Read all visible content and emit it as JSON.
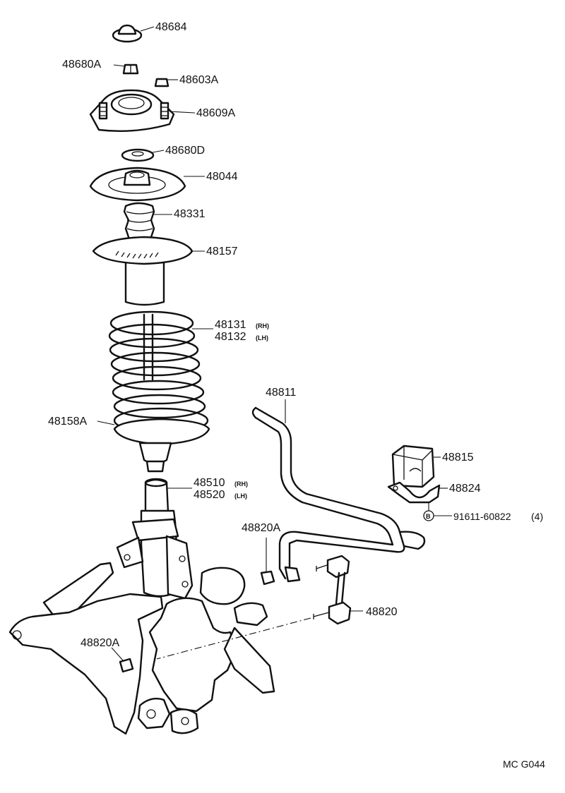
{
  "labels": {
    "p48684": "48684",
    "p48680A": "48680A",
    "p48603A": "48603A",
    "p48609A": "48609A",
    "p48680D": "48680D",
    "p48044": "48044",
    "p48331": "48331",
    "p48157": "48157",
    "p48131": "48131",
    "p48131_side": "(RH)",
    "p48132": "48132",
    "p48132_side": "(LH)",
    "p48158A": "48158A",
    "p48811": "48811",
    "p48815": "48815",
    "p48824": "48824",
    "bolt_marker": "B",
    "bolt": "91611-60822",
    "bolt_qty": "(4)",
    "p48510": "48510",
    "p48510_side": "(RH)",
    "p48520": "48520",
    "p48520_side": "(LH)",
    "p48820A_top": "48820A",
    "p48820": "48820",
    "p48820A_bottom": "48820A",
    "drawing_code": "MC G044"
  }
}
